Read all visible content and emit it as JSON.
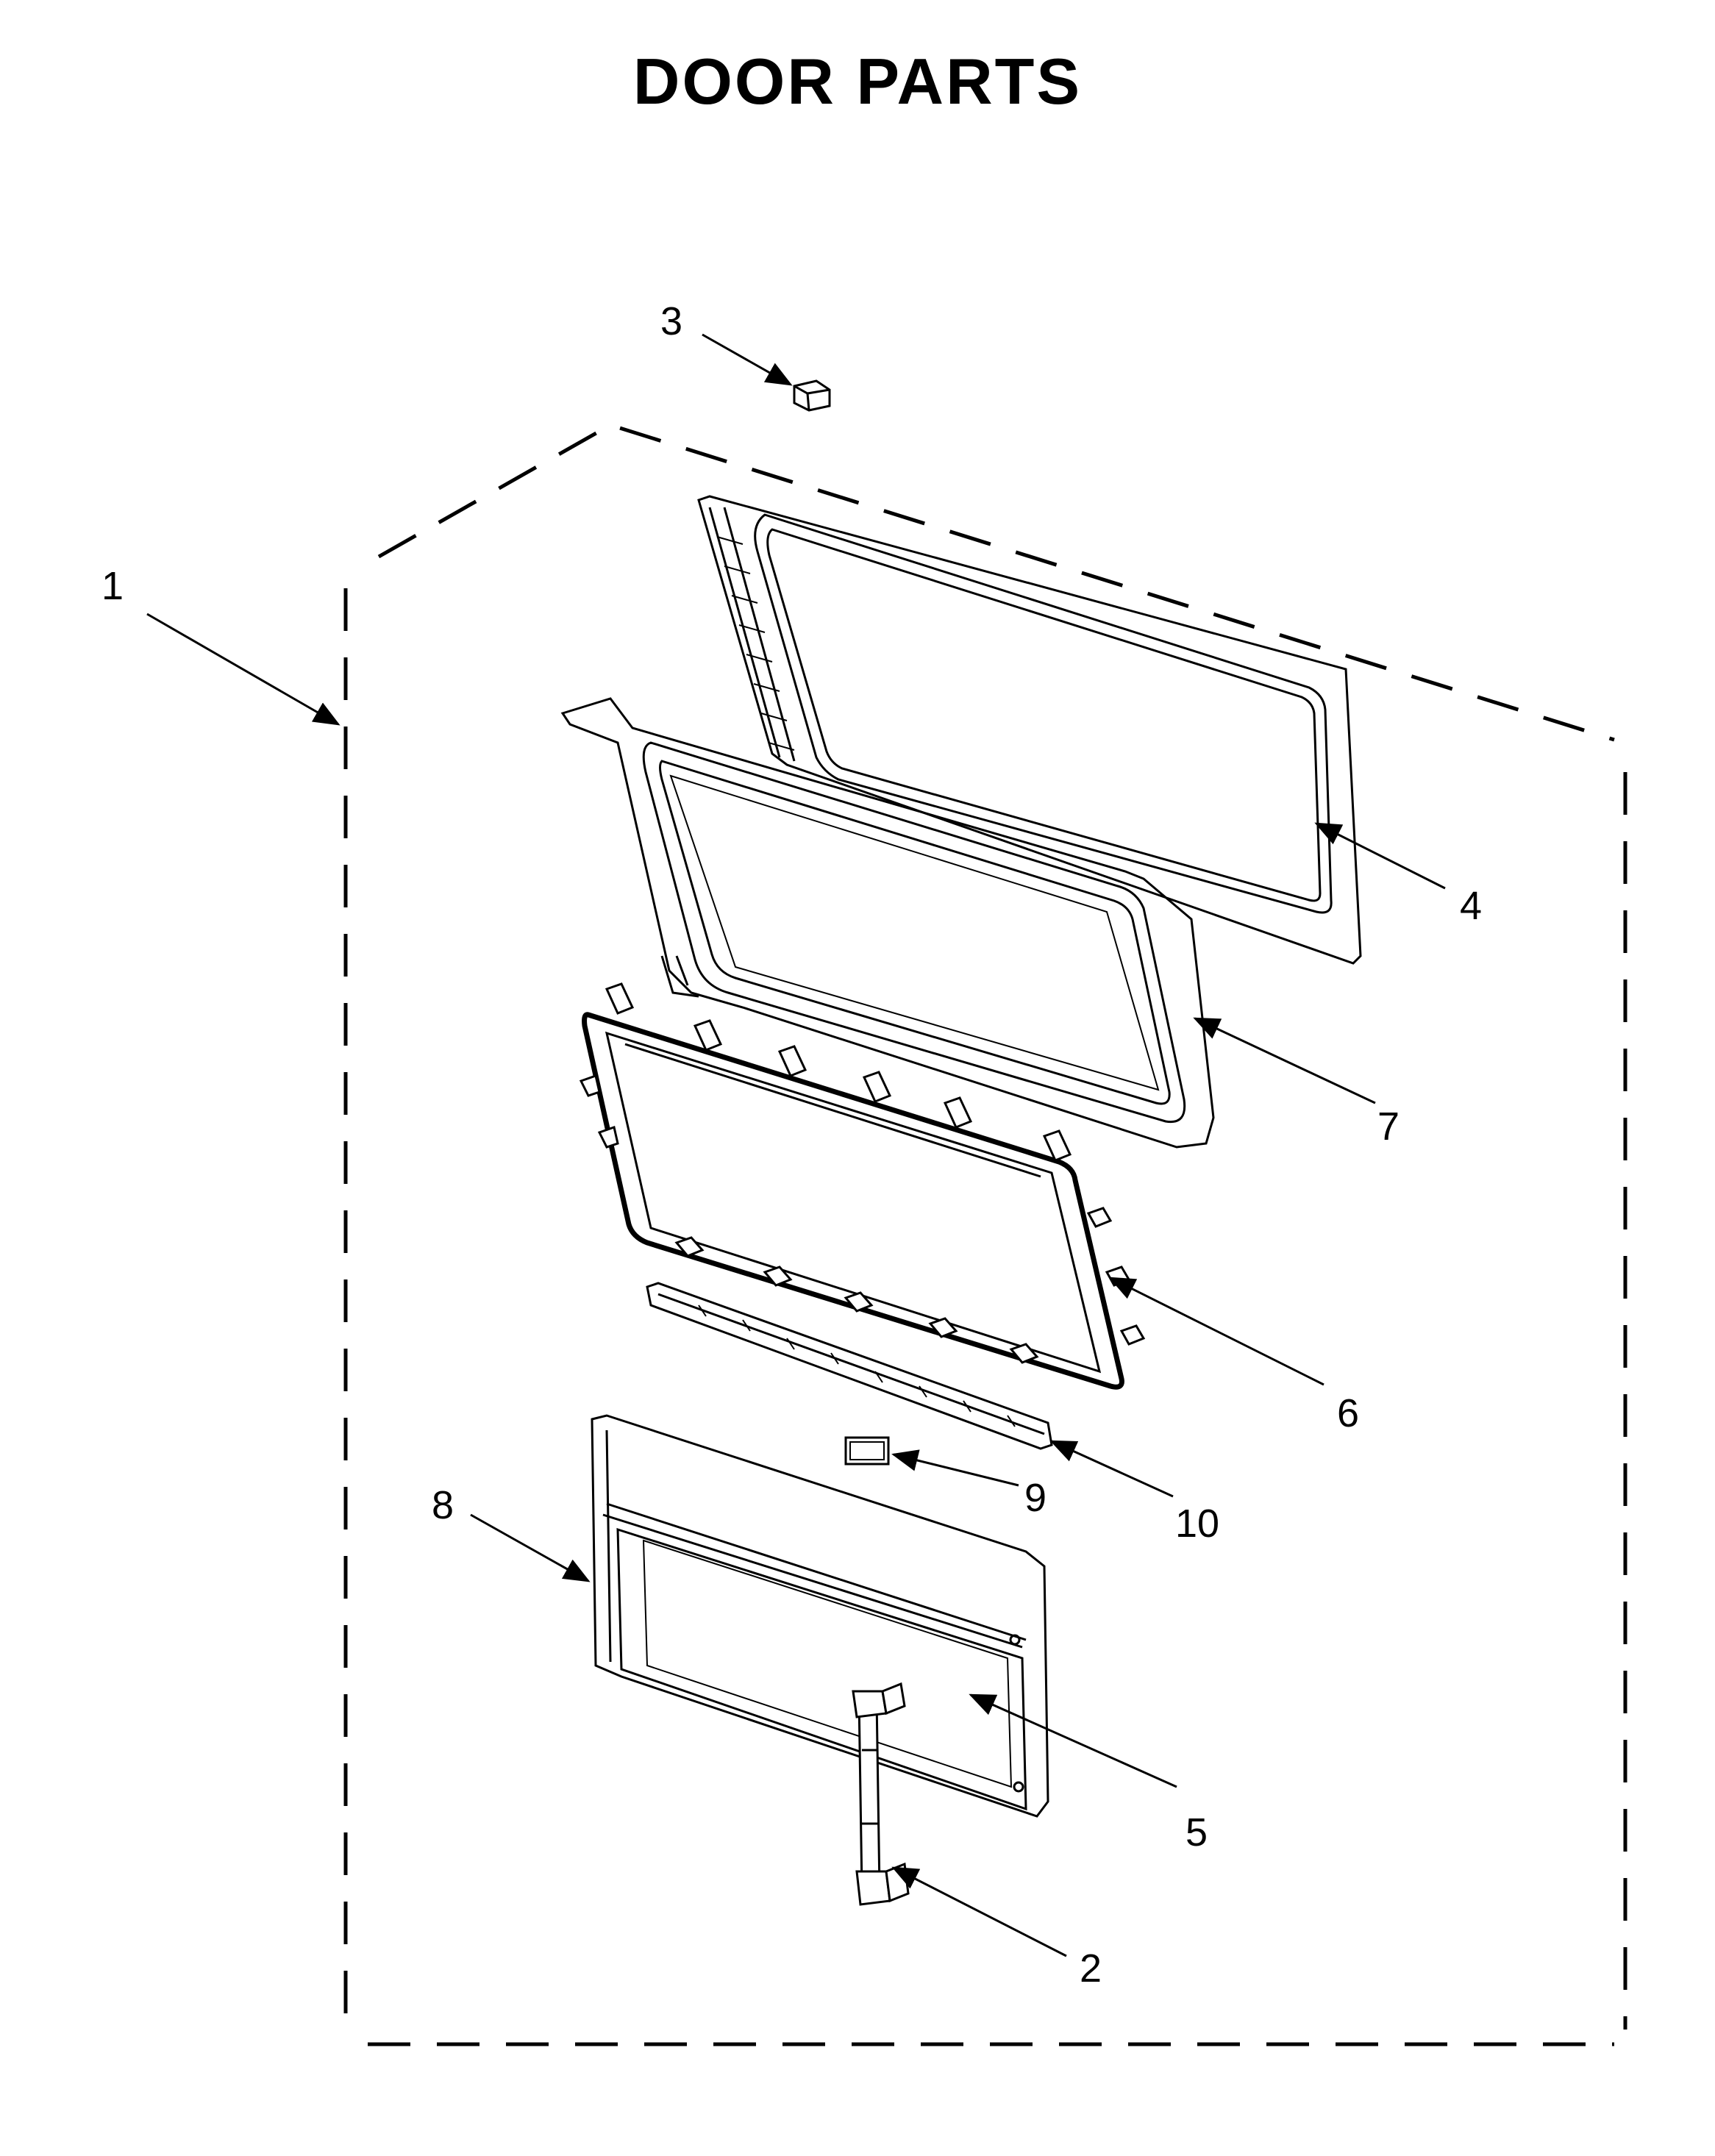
{
  "title": "DOOR PARTS",
  "callouts": [
    {
      "id": "1",
      "label": "1"
    },
    {
      "id": "2",
      "label": "2"
    },
    {
      "id": "3",
      "label": "3"
    },
    {
      "id": "4",
      "label": "4"
    },
    {
      "id": "5",
      "label": "5"
    },
    {
      "id": "6",
      "label": "6"
    },
    {
      "id": "7",
      "label": "7"
    },
    {
      "id": "8",
      "label": "8"
    },
    {
      "id": "9",
      "label": "9"
    },
    {
      "id": "10",
      "label": "10"
    }
  ]
}
